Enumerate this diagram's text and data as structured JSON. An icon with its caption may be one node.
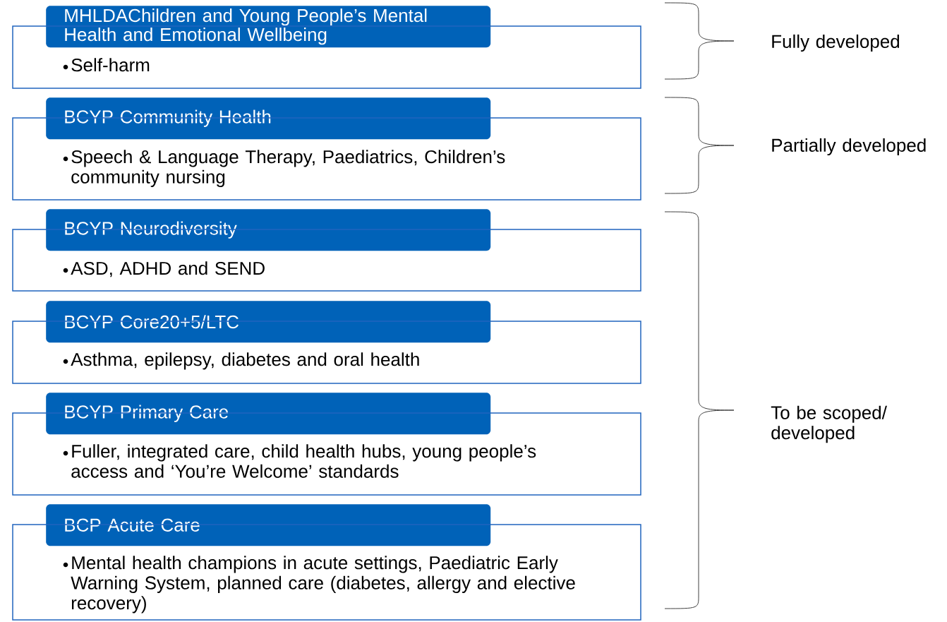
{
  "diagram": {
    "nodes": [
      {
        "text": [
          "MHLDAChildren and Young People’s Mental Health and Emotional Wellbeing"
        ]
      },
      {
        "text": [
          "Self-harm"
        ]
      },
      {
        "text": [
          "BCYP Community Health"
        ]
      },
      {
        "text": [
          "Speech & Language Therapy, Paediatrics, Children’s community nursing"
        ]
      },
      {
        "text": [
          "BCYP Neurodiversity"
        ]
      },
      {
        "text": [
          "ASD, ADHD and SEND"
        ]
      },
      {
        "text": [
          "BCYP Core20+5/LTC"
        ]
      },
      {
        "text": [
          "Asthma, epilepsy, diabetes and oral health"
        ]
      },
      {
        "text": [
          "BCYP Primary Care"
        ]
      },
      {
        "text": [
          "Fuller, integrated care, child health hubs, young people’s access and ‘You’re Welcome’ standards"
        ]
      },
      {
        "text": [
          "BCP Acute Care"
        ]
      },
      {
        "text": [
          "Mental health champions in acute settings, Paediatric Early Warning System, planned care (diabetes, allergy and elective recovery)"
        ]
      }
    ],
    "labels": [
      "Fully developed",
      "Partially developed",
      "To be scoped/ developed"
    ]
  }
}
